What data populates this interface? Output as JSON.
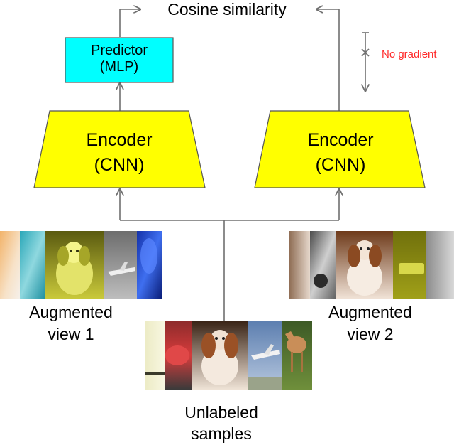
{
  "title": "Cosine similarity",
  "predictor": {
    "line1": "Predictor",
    "line2": "(MLP)"
  },
  "encoder_left": {
    "line1": "Encoder",
    "line2": "(CNN)"
  },
  "encoder_right": {
    "line1": "Encoder",
    "line2": "(CNN)"
  },
  "stop_gradient_label": "No gradient",
  "augmented_view_1": {
    "line1": "Augmented",
    "line2": "view 1"
  },
  "augmented_view_2": {
    "line1": "Augmented",
    "line2": "view 2"
  },
  "unlabeled": {
    "line1": "Unlabeled",
    "line2": "samples"
  },
  "colors": {
    "predictor_fill": "#00ffff",
    "encoder_fill": "#ffff00",
    "arrow": "#707070",
    "no_gradient_text": "#ff2a2a"
  },
  "images": {
    "view1": [
      "orange-blur-crop",
      "cyan-texture-crop",
      "yellow-tinted-dog",
      "gray-airplane",
      "blue-horse-crop"
    ],
    "view2": [
      "brown-blur-crop",
      "gray-car-crop",
      "dog-photo",
      "olive-truck-crop",
      "gray-bird-crop"
    ],
    "unlabeled": [
      "pale-yellow-crop",
      "red-car",
      "cavalier-dog",
      "airplane",
      "horse"
    ]
  }
}
